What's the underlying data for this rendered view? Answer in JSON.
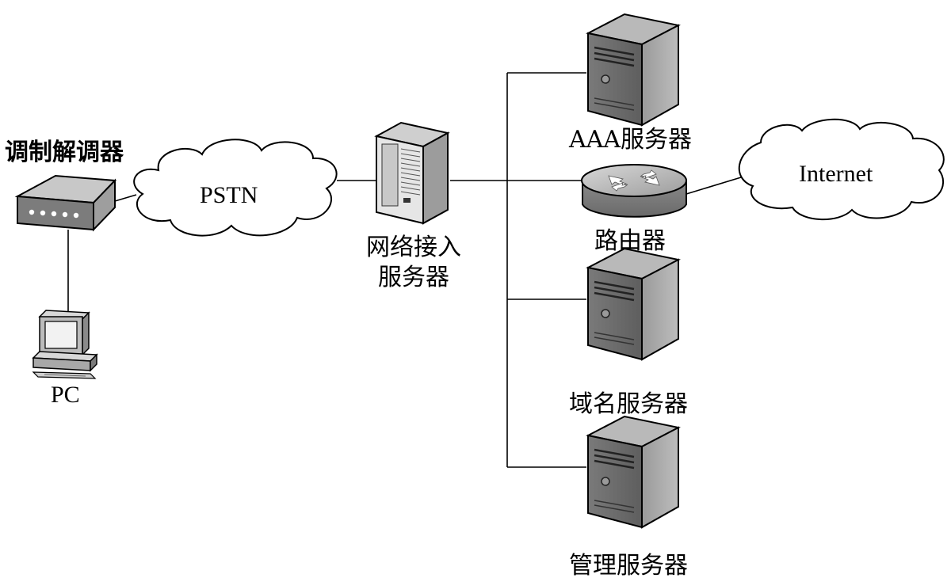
{
  "labels": {
    "modem": "调制解调器",
    "pstn": "PSTN",
    "pc": "PC",
    "nas_line1": "网络接入",
    "nas_line2": "服务器",
    "aaa": "AAA服务器",
    "router": "路由器",
    "internet": "Internet",
    "dns": "域名服务器",
    "mgmt": "管理服务器"
  },
  "colors": {
    "line": "#000000",
    "device_dark": "#5a5a5a",
    "device_mid": "#8c8c8c",
    "device_light": "#c8c8c8",
    "cloud_fill": "#ffffff"
  },
  "icons": [
    "modem-icon",
    "pc-icon",
    "cloud-icon",
    "nas-server-icon",
    "server-icon",
    "router-icon"
  ]
}
